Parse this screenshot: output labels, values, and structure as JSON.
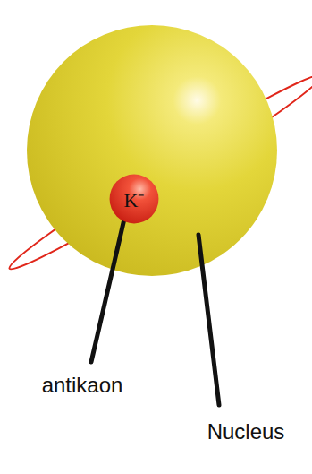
{
  "diagram": {
    "nodes": [
      {
        "text": [
          "K⁻"
        ]
      }
    ],
    "labels": [
      "antikaon",
      "Nucleus"
    ]
  }
}
